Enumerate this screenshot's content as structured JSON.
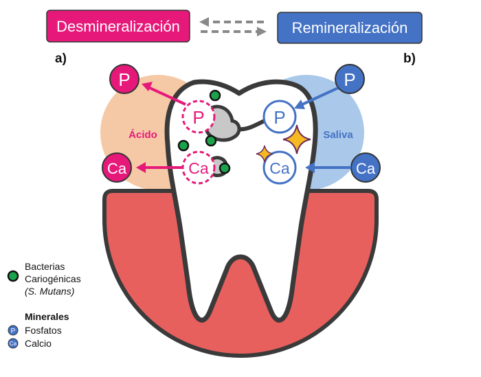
{
  "header": {
    "left_label": "Desmineralización",
    "right_label": "Remineralización",
    "left_color": "#e6197a",
    "right_color": "#4472c4"
  },
  "panels": {
    "a": "a)",
    "b": "b)"
  },
  "zones": {
    "acid": "Ácido",
    "saliva": "Saliva"
  },
  "ions": {
    "phosphate": "P",
    "calcium": "Ca"
  },
  "legend": {
    "bacteria_line1": "Bacterias",
    "bacteria_line2": "Cariogénicas",
    "bacteria_line3": "(S. Mutans)",
    "minerals_title": "Minerales",
    "phosphate_label": "Fosfatos",
    "calcium_label": "Calcio"
  },
  "colors": {
    "pink": "#e6197a",
    "blue": "#4472c4",
    "acid_zone": "#f6c9a6",
    "saliva_zone": "#a9c8ea",
    "gum": "#e8605d",
    "bacteria": "#1aa34a",
    "sparkle": "#f5b921"
  }
}
